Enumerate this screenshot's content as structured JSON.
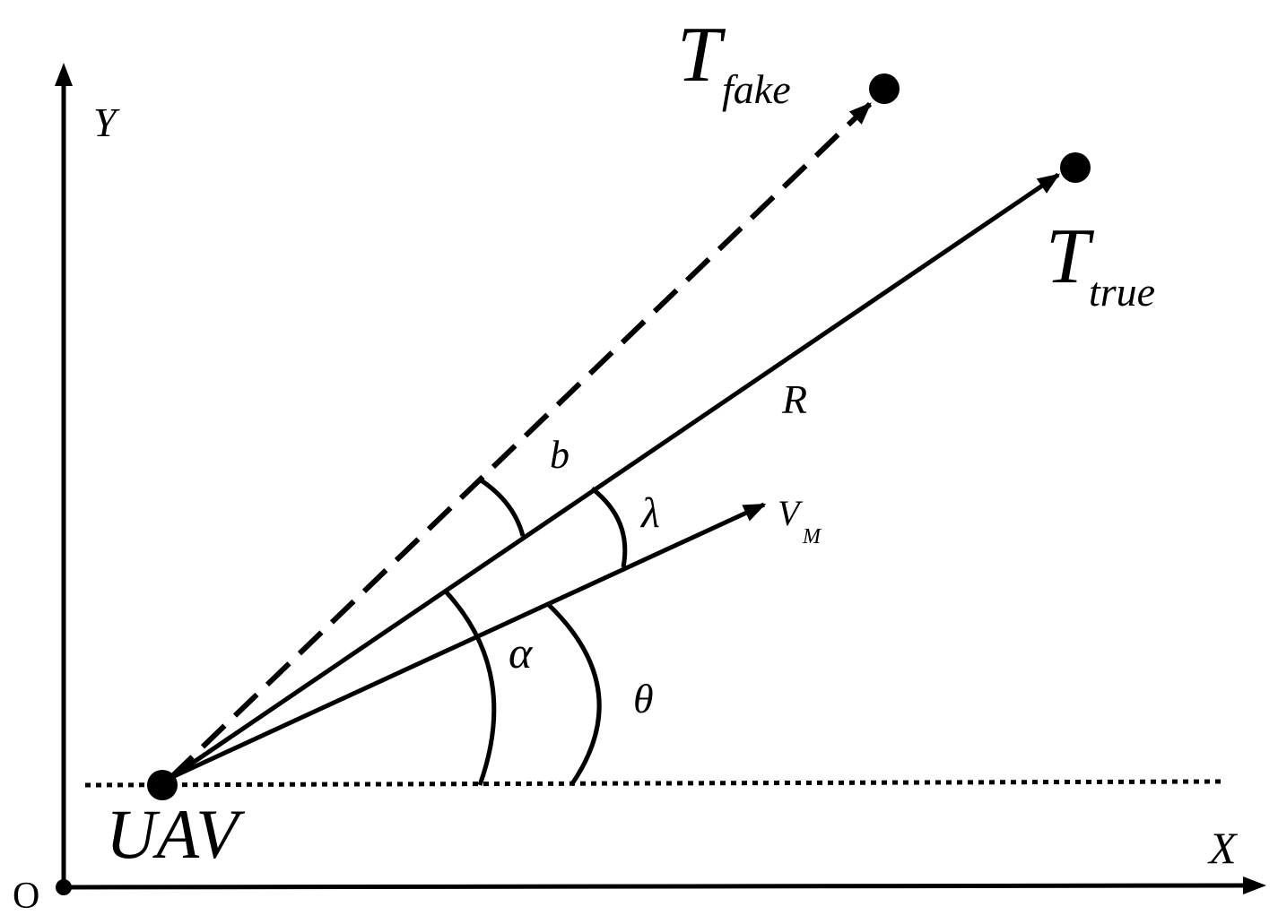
{
  "labels": {
    "y_axis": "Y",
    "x_axis": "X",
    "origin": "O",
    "uav": "UAV",
    "t_fake_main": "T",
    "t_fake_sub": "fake",
    "t_true_main": "T",
    "t_true_sub": "true",
    "range": "R",
    "b": "b",
    "lambda": "λ",
    "vm_main": "V",
    "vm_sub": "M",
    "alpha": "α",
    "theta": "θ"
  },
  "colors": {
    "ink": "#000000",
    "background": "#ffffff"
  }
}
